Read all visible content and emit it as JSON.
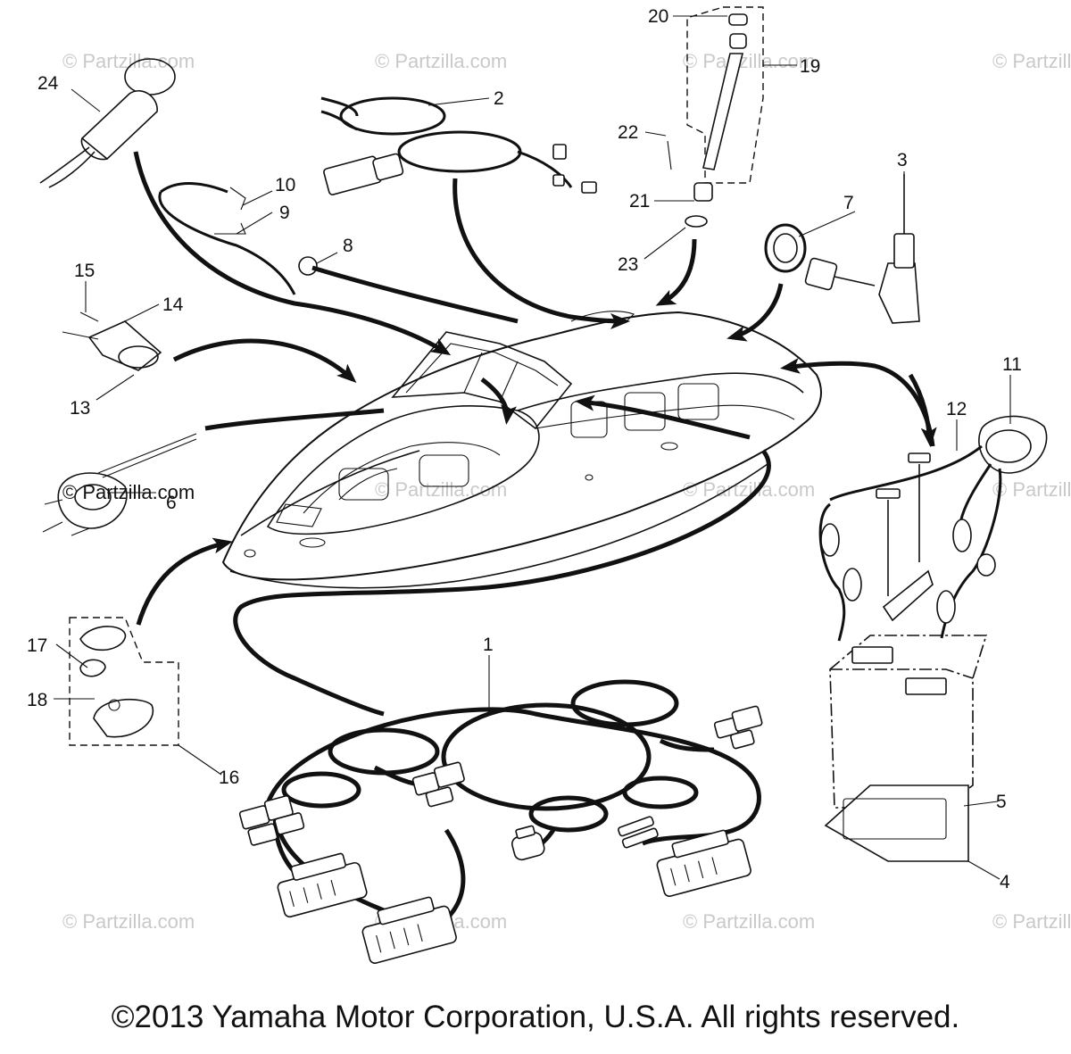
{
  "watermark": "© Partzilla.com",
  "watermark_inline": "© Partzilla.com",
  "copyright": "©2013  Yamaha Motor Corporation, U.S.A. All rights reserved.",
  "callouts": {
    "c1": "1",
    "c2": "2",
    "c3": "3",
    "c4": "4",
    "c5": "5",
    "c6": "6",
    "c7": "7",
    "c8": "8",
    "c9": "9",
    "c10": "10",
    "c11": "11",
    "c12": "12",
    "c13": "13",
    "c14": "14",
    "c15": "15",
    "c16": "16",
    "c17": "17",
    "c18": "18",
    "c19": "19",
    "c20": "20",
    "c21": "21",
    "c22": "22",
    "c23": "23",
    "c24": "24"
  },
  "icons": {
    "boat": "boat-hull-illustration",
    "battery": "battery-icon",
    "harness": "wire-harness-icon",
    "connector": "connector-plug-icon"
  }
}
